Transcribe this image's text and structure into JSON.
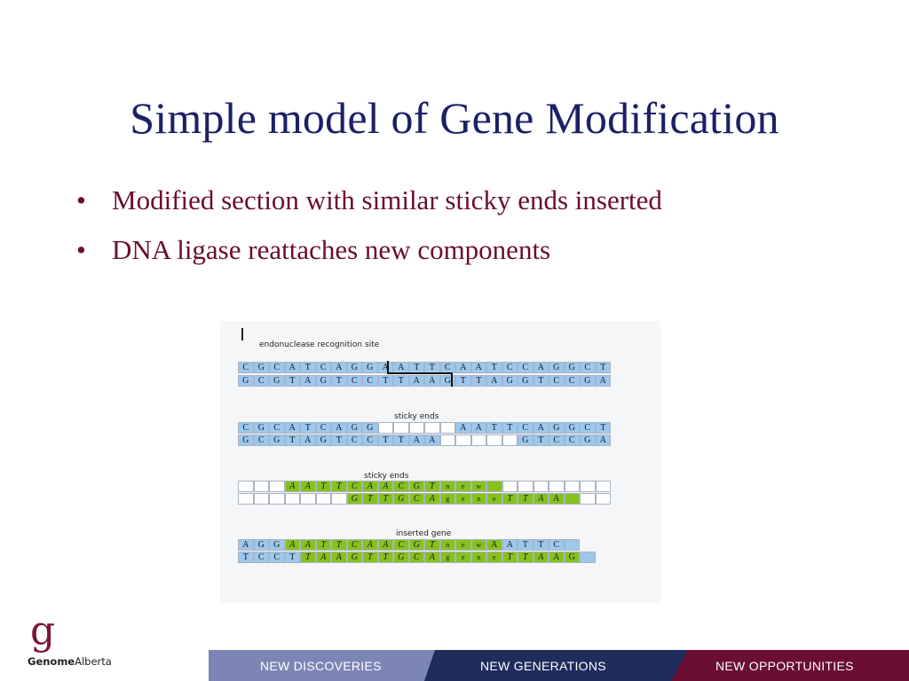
{
  "slide": {
    "title": "Simple model of Gene Modification",
    "bullets": [
      "Modified section with similar sticky ends inserted",
      "DNA ligase reattaches new components"
    ]
  },
  "figure": {
    "captions": {
      "recognition": "endonuclease recognition site",
      "sticky1": "sticky ends",
      "sticky2": "sticky ends",
      "inserted": "inserted gene"
    },
    "rows": [
      "CGCATCAGGAATTCAATCCAGGCT",
      "GCGTAGTCCTTAAGTTAGGTCCGA",
      "CGCATCAGG     AATTCAGGCT",
      "GCGTAGTCCTTAA     GTCCGA",
      "   AATTCAACGTnew      ",
      "       GTTGCAgeneTTAA  ",
      "AGGAATTCAACGTnewAATTC",
      "TCCTTAAGTTGCAgeneTTAAG"
    ]
  },
  "footer": {
    "logo_g": "g",
    "logo_bold": "Genome",
    "logo_regular": "Alberta",
    "bands": [
      "NEW DISCOVERIES",
      "NEW GENERATIONS",
      "NEW OPPORTUNITIES"
    ],
    "colors": {
      "band1": "#7c86b5",
      "band2": "#1f2d5c",
      "band3": "#6b0e33",
      "title": "#1c2066",
      "bullets": "#6b0d2c"
    }
  }
}
